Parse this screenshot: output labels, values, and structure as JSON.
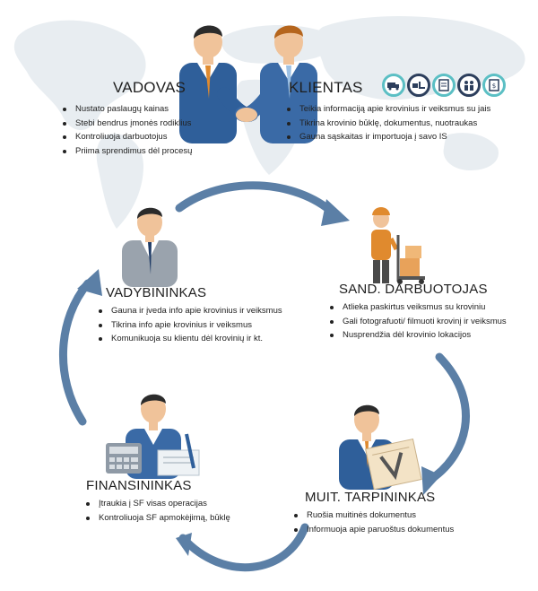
{
  "colors": {
    "arrow": "#5b7fa6",
    "suit_blue": "#2f5f9a",
    "skin": "#f0c39a",
    "teal": "#5bbfc4",
    "navy": "#2c3e5c",
    "map": "#e9eef2"
  },
  "roles": {
    "vadovas": {
      "title": "VADOVAS",
      "items": [
        "Nustato paslaugų kainas",
        "Stebi bendrus įmonės rodiklius",
        "Kontroliuoja darbuotojus",
        "Priima sprendimus dėl procesų"
      ]
    },
    "klientas": {
      "title": "KLIENTAS",
      "items": [
        "Teikia informaciją apie krovinius ir veiksmus su jais",
        "Tikrina krovinio būklę, dokumentus, nuotraukas",
        "Gauna sąskaitas ir importuoja į savo IS"
      ]
    },
    "vadybininkas": {
      "title": "VADYBININKAS",
      "items": [
        "Gauna ir įveda info apie krovinius ir veiksmus",
        "Tikrina info apie krovinius ir veiksmus",
        "Komunikuoja su klientu dėl krovinių ir kt."
      ]
    },
    "sand_darbuotojas": {
      "title": "SAND. DARBUOTOJAS",
      "items": [
        "Atlieka paskirtus veiksmus su kroviniu",
        "Gali fotografuoti/ filmuoti krovinį ir veiksmus",
        "Nusprendžia dėl krovinio lokacijos"
      ]
    },
    "muit_tarpininkas": {
      "title": "MUIT. TARPININKAS",
      "items": [
        "Ruošia muitinės dokumentus",
        "Informuoja apie paruoštus dokumentus"
      ]
    },
    "finansininkas": {
      "title": "FINANSININKAS",
      "items": [
        "Įtraukia į SF visas operacijas",
        "Kontroliuoja SF apmokėjimą, būklę"
      ]
    }
  },
  "process_icons": [
    "truck-icon",
    "forklift-icon",
    "document-icon",
    "people-icon",
    "invoice-icon"
  ]
}
